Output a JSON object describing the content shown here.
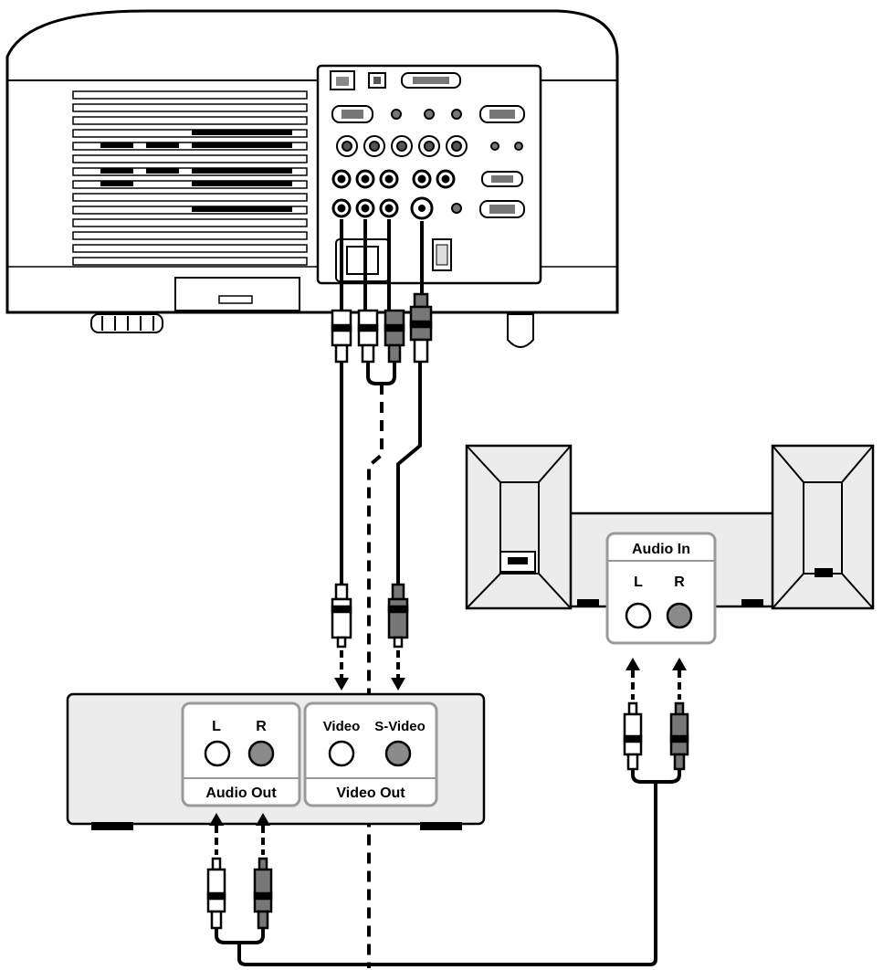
{
  "speakers": {
    "panel_title": "Audio In",
    "left_label": "L",
    "right_label": "R"
  },
  "source_device": {
    "audio_left_label": "L",
    "audio_right_label": "R",
    "audio_out_label": "Audio Out",
    "video_label": "Video",
    "svideo_label": "S-Video",
    "video_out_label": "Video Out"
  },
  "colors": {
    "line": "#000000",
    "device_fill": "#ececec",
    "jack_grey": "#8a8a8a",
    "jack_white": "#ffffff",
    "panel_border": "#9a9a9a"
  }
}
